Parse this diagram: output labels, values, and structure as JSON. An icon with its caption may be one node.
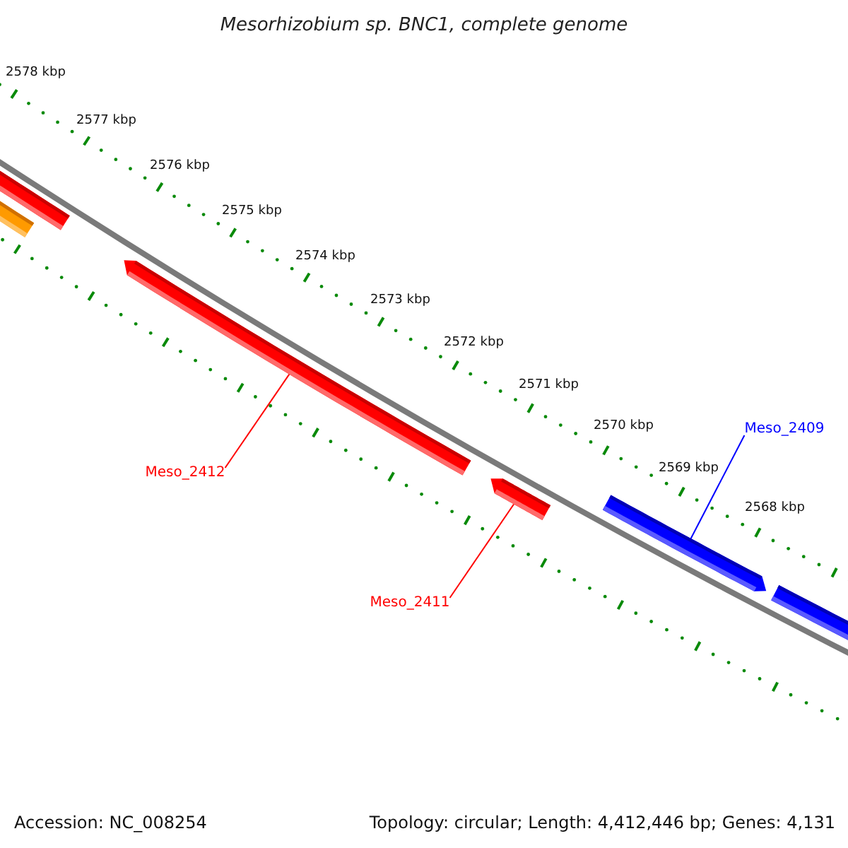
{
  "diagram": {
    "title": "Mesorhizobium sp. BNC1, complete genome",
    "nodes": [
      {
        "text": [
          "Meso_2412"
        ]
      },
      {
        "text": [
          "Meso_2411"
        ]
      },
      {
        "text": [
          "Meso_2409"
        ]
      },
      {
        "text": [],
        "shape": "bar"
      },
      {
        "text": [],
        "shape": "bar"
      },
      {
        "text": [],
        "shape": "bar"
      }
    ],
    "edges": [
      {
        "from": 0,
        "to": 3,
        "arrow": "none"
      },
      {
        "from": 1,
        "to": 4,
        "arrow": "none"
      },
      {
        "from": 2,
        "to": 5,
        "arrow": "none",
        "color": "#0000ff"
      }
    ],
    "labels": [
      "2578 kbp",
      "2577 kbp",
      "2576 kbp",
      "2575 kbp",
      "2574 kbp",
      "2573 kbp",
      "2572 kbp",
      "2571 kbp",
      "2570 kbp",
      "2569 kbp",
      "2568 kbp",
      "Accession: NC_008254",
      "Topology: circular; Length: 4,412,446 bp; Genes: 4,131"
    ]
  }
}
